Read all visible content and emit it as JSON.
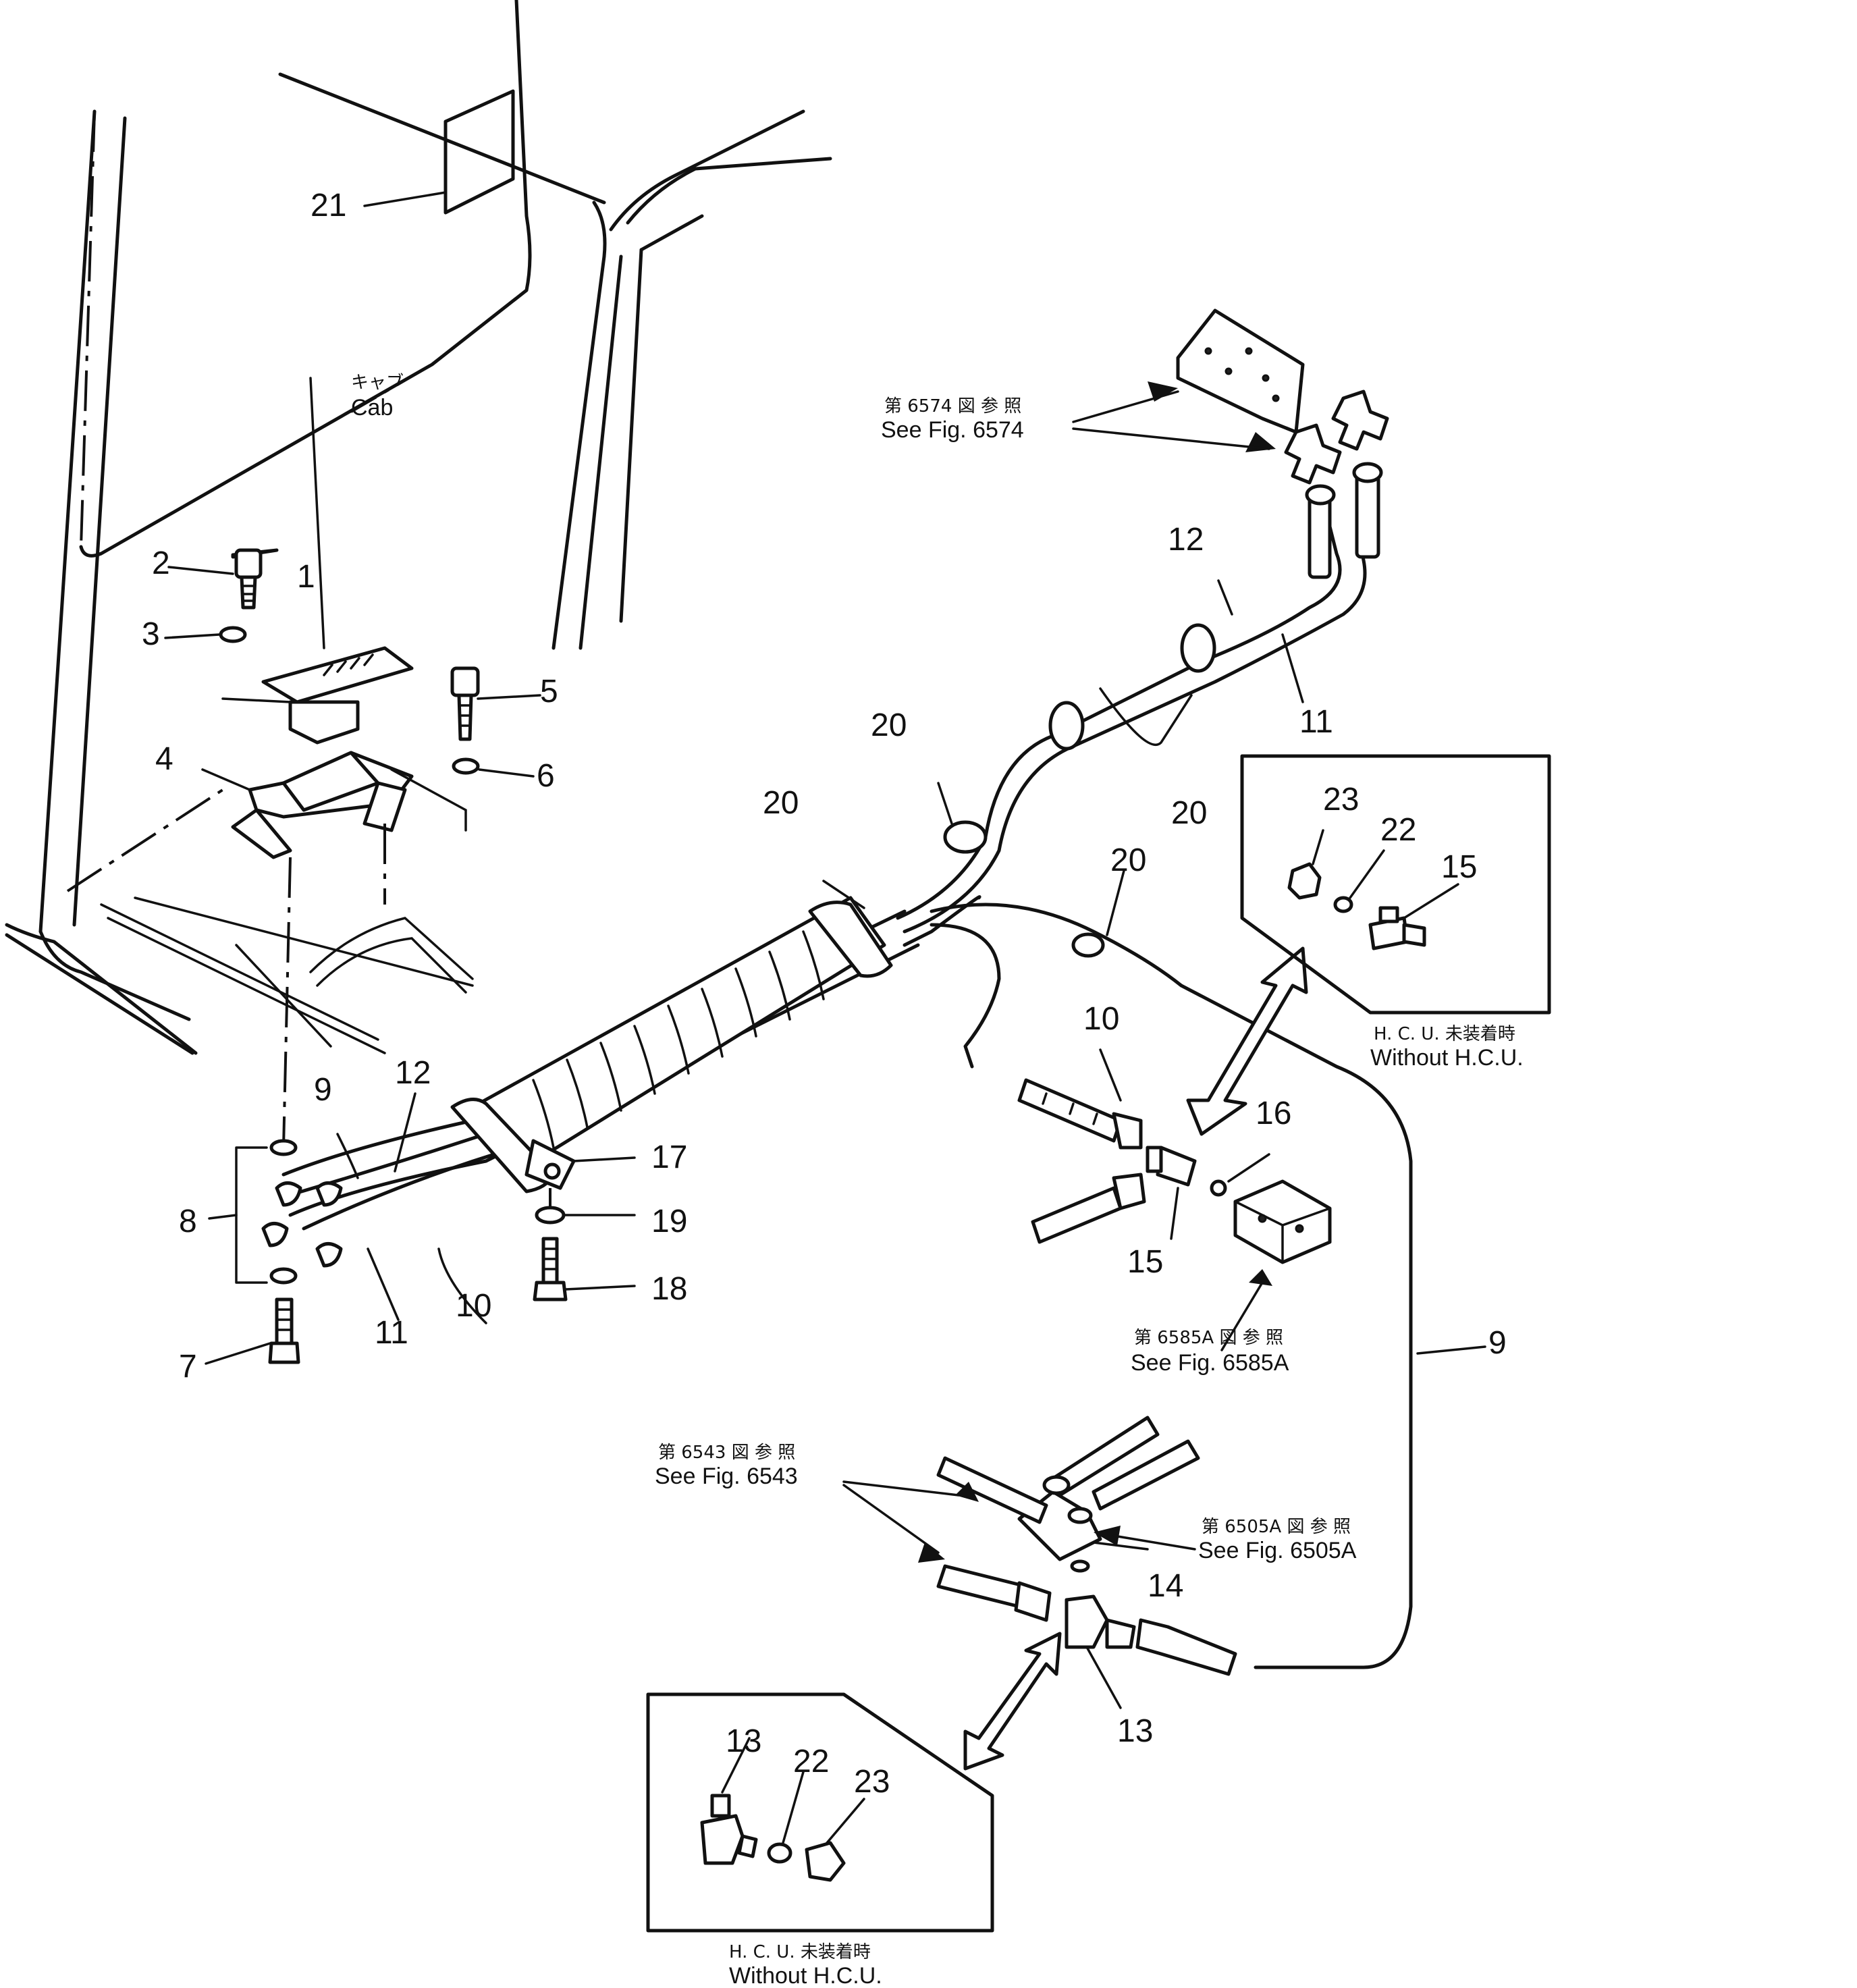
{
  "callouts": {
    "n1": "1",
    "n2": "2",
    "n3": "3",
    "n4": "4",
    "n5": "5",
    "n6": "6",
    "n7": "7",
    "n8": "8",
    "n9a": "9",
    "n9b": "9",
    "n10a": "10",
    "n10b": "10",
    "n11a": "11",
    "n11b": "11",
    "n12a": "12",
    "n12b": "12",
    "n13a": "13",
    "n13b": "13",
    "n14": "14",
    "n15a": "15",
    "n15b": "15",
    "n16": "16",
    "n17": "17",
    "n18": "18",
    "n19": "19",
    "n20a": "20",
    "n20b": "20",
    "n20c": "20",
    "n20d": "20",
    "n21": "21",
    "n22a": "22",
    "n22b": "22",
    "n23a": "23",
    "n23b": "23"
  },
  "cab": {
    "jp": "キャブ",
    "en": "Cab"
  },
  "refs": {
    "fig6574": {
      "jp": "第 6574 図 参 照",
      "en": "See Fig. 6574"
    },
    "fig6585A": {
      "jp": "第 6585A 図 参 照",
      "en": "See Fig. 6585A"
    },
    "fig6543": {
      "jp": "第 6543 図 参 照",
      "en": "See Fig. 6543"
    },
    "fig6505A": {
      "jp": "第 6505A 図 参 照",
      "en": "See Fig. 6505A"
    }
  },
  "insets": {
    "upper": {
      "jp": "H. C. U. 未装着時",
      "en": "Without H.C.U."
    },
    "lower": {
      "jp": "H. C. U. 未装着時",
      "en": "Without H.C.U."
    }
  },
  "colors": {
    "ink": "#111111",
    "paper": "#ffffff"
  }
}
